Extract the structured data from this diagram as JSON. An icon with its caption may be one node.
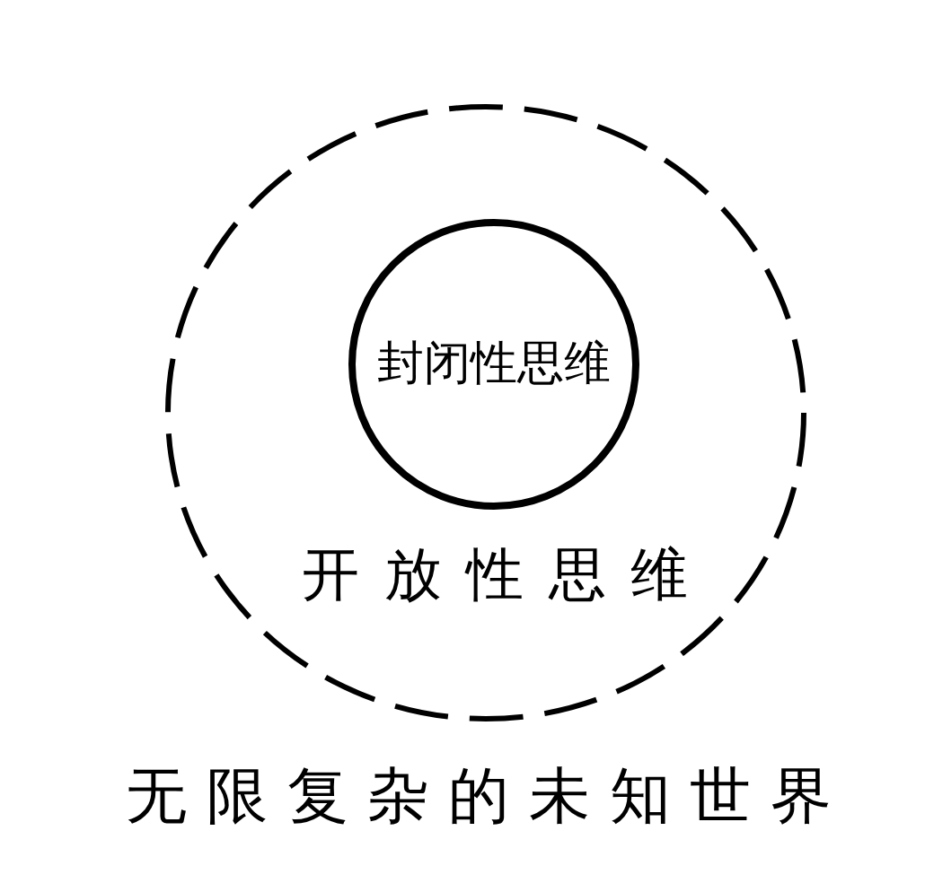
{
  "diagram": {
    "nodes": [
      {
        "text": [
          "开放性思维"
        ]
      },
      {
        "text": [
          "封闭性思维"
        ],
        "in": 0
      }
    ],
    "labels": [
      "无限复杂的未知世界"
    ]
  }
}
